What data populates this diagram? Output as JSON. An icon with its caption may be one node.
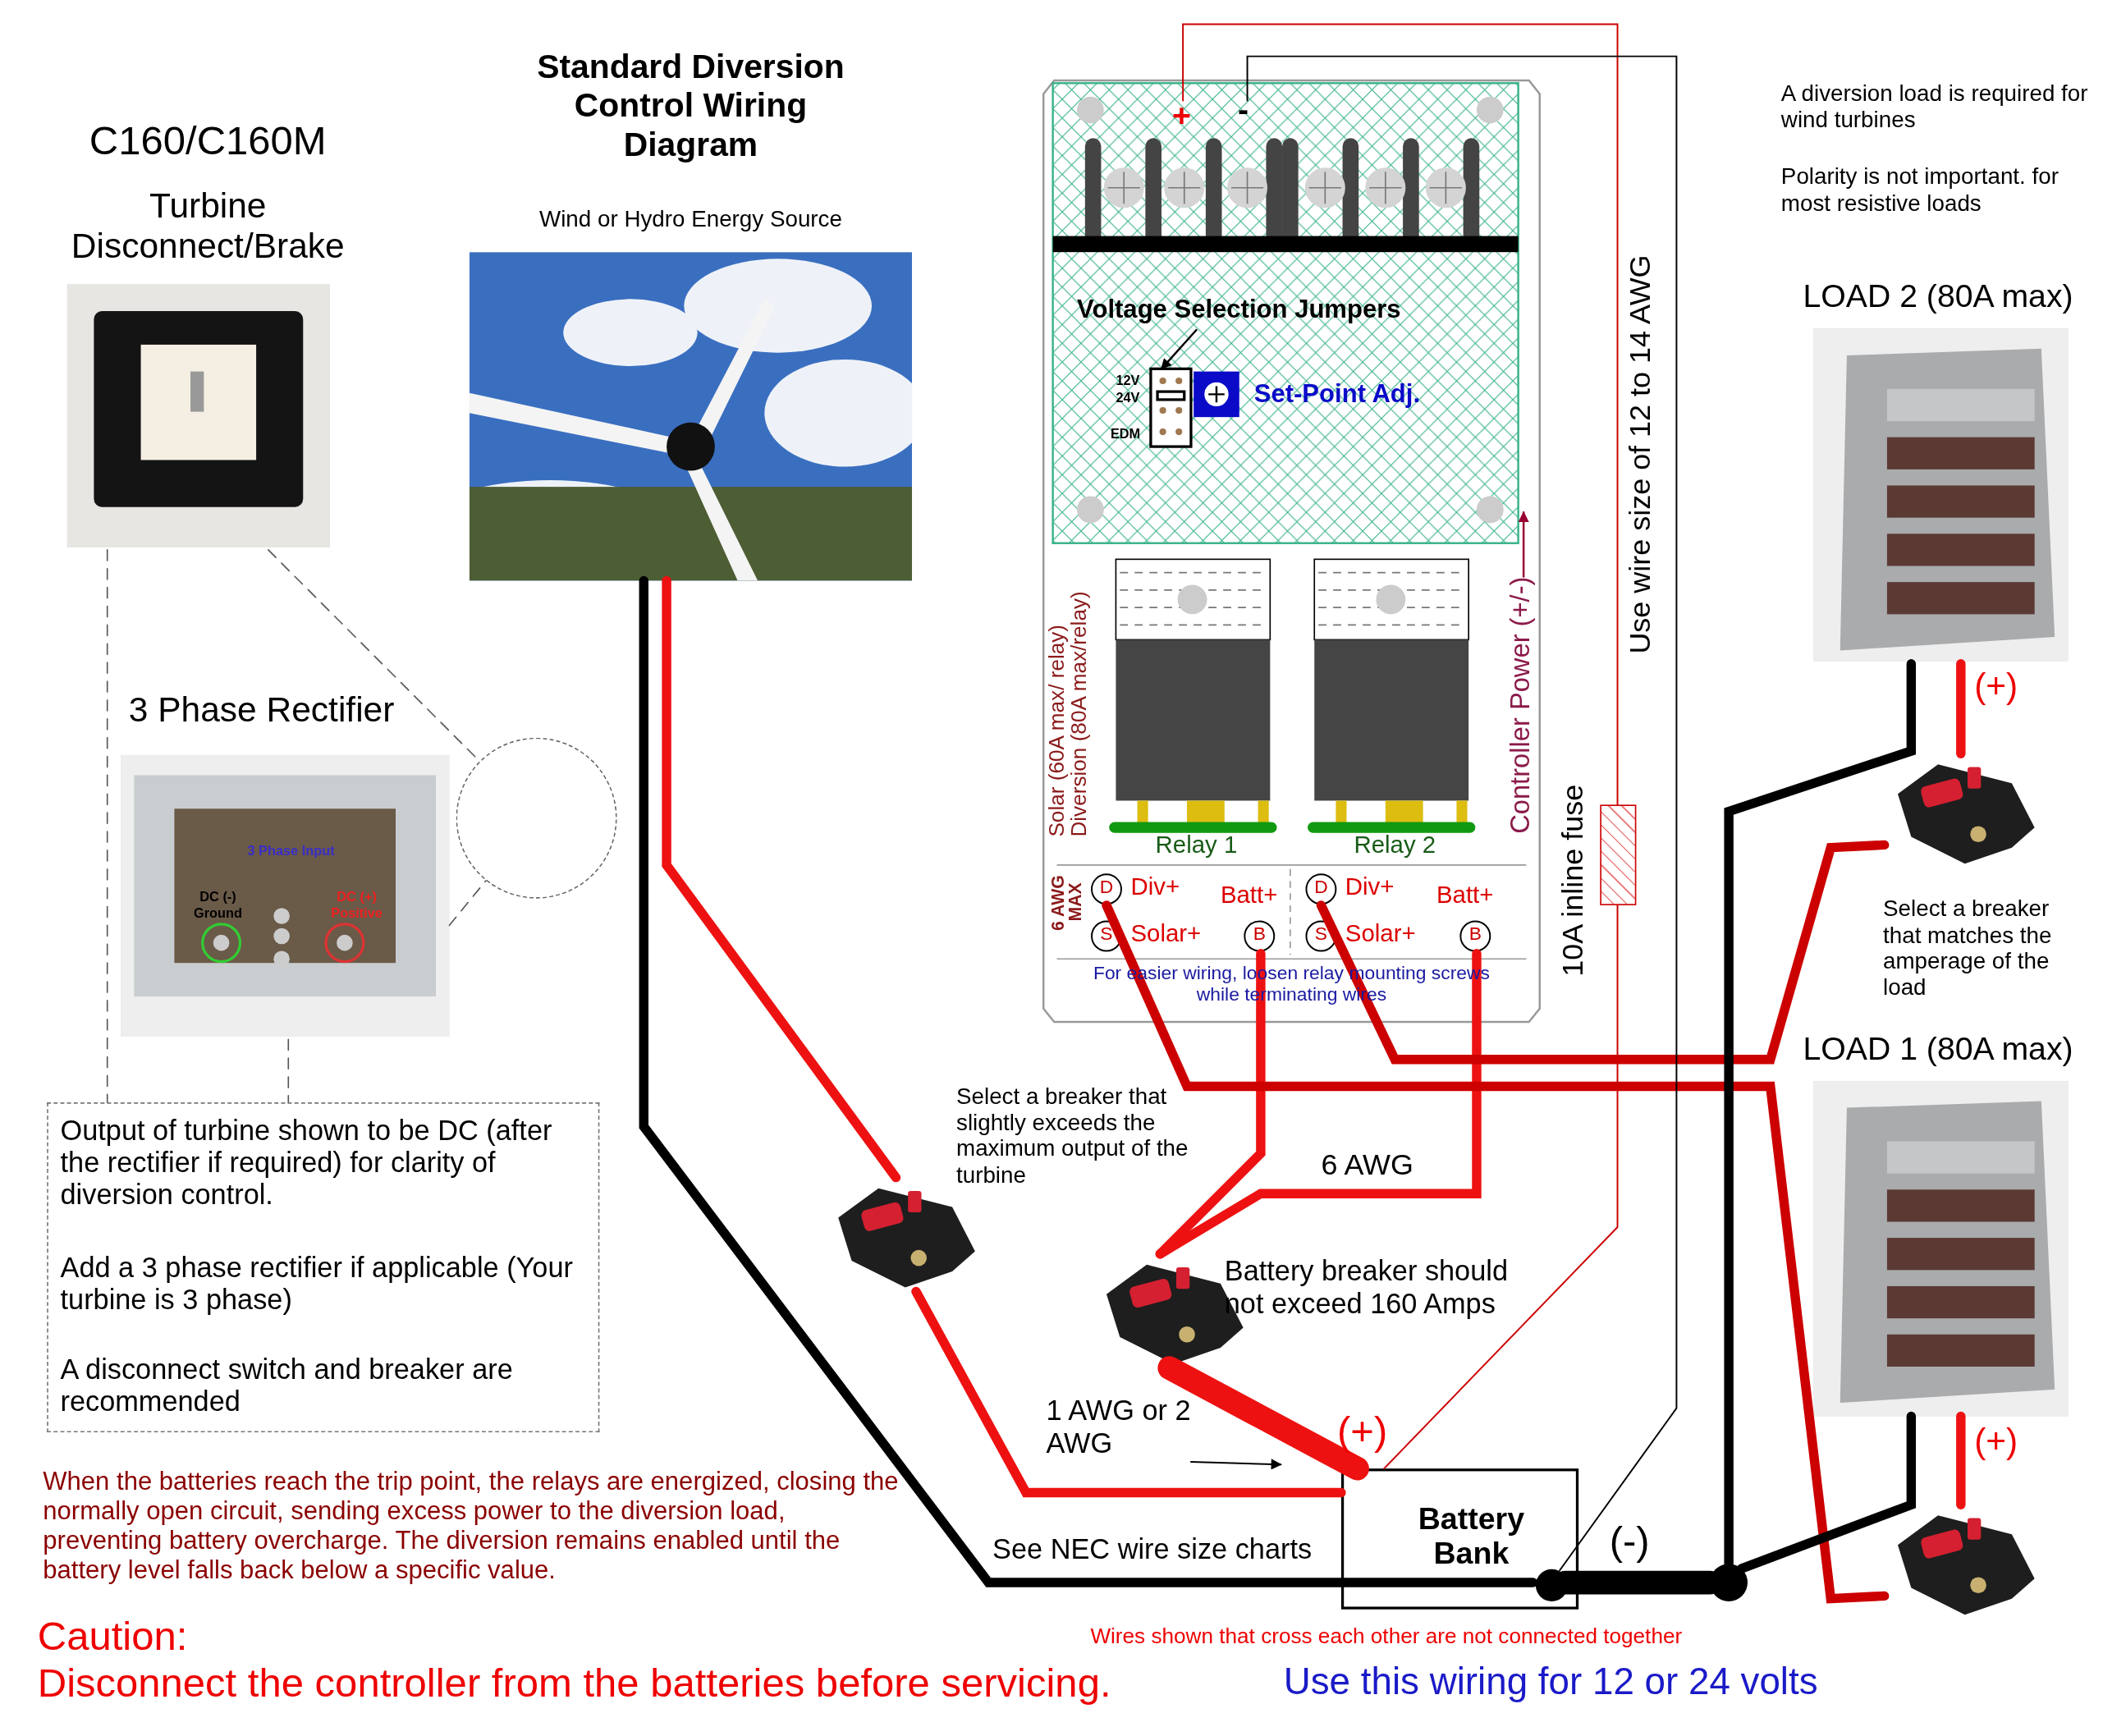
{
  "diagram": {
    "title": "Standard Diversion Control Wiring Diagram",
    "nodes": [
      {
        "text": [
          "C160/C160M",
          "Turbine Disconnect/Brake"
        ]
      },
      {
        "text": [
          "Wind or Hydro Energy Source"
        ]
      },
      {
        "text": [],
        "shape": "circle"
      },
      {
        "text": [
          "3 Phase Rectifier",
          "3 Phase Input",
          "DC (-) Ground",
          "DC (+) Positive"
        ]
      },
      {
        "text": [
          "Output of turbine shown to be DC (after the rectifier if required) for clarity of diversion control.",
          "Add a 3 phase rectifier if applicable (Your turbine is 3 phase)",
          "A disconnect switch and breaker are recommended"
        ]
      },
      {
        "text": [
          "Solar (60A max/ relay) Diversion (80A max/relay)",
          "6 AWG MAX",
          "For easier wiring, loosen relay mounting screws while terminating wires"
        ]
      },
      {
        "text": [
          "+",
          "-"
        ],
        "in": 5
      },
      {
        "text": [
          "Voltage Selection Jumpers"
        ],
        "in": 5
      },
      {
        "text": [
          "12V",
          "24V",
          "EDM"
        ],
        "in": 5
      },
      {
        "text": [
          "Set-Point Adj."
        ],
        "in": 5
      },
      {
        "text": [
          "Controller Power (+/-)"
        ],
        "in": 5
      },
      {
        "text": [
          "Relay 1"
        ],
        "in": 5
      },
      {
        "text": [
          "Relay 2"
        ],
        "in": 5
      },
      {
        "text": [
          "D",
          "Div+"
        ],
        "in": 5
      },
      {
        "text": [
          "Batt+",
          "B"
        ],
        "in": 5
      },
      {
        "text": [
          "S",
          "Solar+"
        ],
        "in": 5
      },
      {
        "text": [
          "D",
          "Div+"
        ],
        "in": 5
      },
      {
        "text": [
          "Batt+",
          "B"
        ],
        "in": 5
      },
      {
        "text": [
          "S",
          "Solar+"
        ],
        "in": 5
      },
      {
        "text": [],
        "shape": "picture",
        "beside": [
          "Select a breaker that slightly exceeds the maximum output of the turbine"
        ]
      },
      {
        "text": [],
        "shape": "picture",
        "beside": [
          "Battery breaker should not exceed 160 Amps"
        ]
      },
      {
        "text": [
          "Battery Bank"
        ],
        "beside": [
          "(+)",
          "(-)"
        ]
      },
      {
        "text": [],
        "shape": "circle",
        "in": 21
      },
      {
        "text": [],
        "shape": "circle"
      },
      {
        "text": [
          "10A inline fuse"
        ]
      },
      {
        "text": [
          "LOAD 2 (80A max)"
        ]
      },
      {
        "text": [],
        "shape": "picture",
        "beside": [
          "Select a breaker that matches the amperage of the load"
        ]
      },
      {
        "text": [
          "LOAD 1 (80A max)"
        ]
      },
      {
        "text": [],
        "shape": "picture"
      },
      {
        "text": [
          "1 AWG or 2 AWG"
        ]
      }
    ],
    "edges": [
      {
        "from": 1,
        "to": 19,
        "arrow": "none"
      },
      {
        "from": 1,
        "to": 22,
        "arrow": "none",
        "color": "#000000"
      },
      {
        "from": 19,
        "to": 21,
        "arrow": "none"
      },
      {
        "from": 20,
        "to": 21,
        "arrow": "none",
        "style": "thick"
      },
      {
        "from": 20,
        "to": 14,
        "arrow": "none"
      },
      {
        "from": 20,
        "to": 17,
        "arrow": "none",
        "label": "6 AWG"
      },
      {
        "from": 13,
        "to": 28,
        "arrow": "none",
        "color": "#cc0000"
      },
      {
        "from": 16,
        "to": 26,
        "arrow": "none",
        "color": "#cc0000"
      },
      {
        "from": 26,
        "to": 25,
        "arrow": "none",
        "label": "(+)"
      },
      {
        "from": 28,
        "to": 27,
        "arrow": "none",
        "label": "(+)"
      },
      {
        "from": 25,
        "to": 23,
        "arrow": "none",
        "color": "#000000"
      },
      {
        "from": 27,
        "to": 23,
        "arrow": "none",
        "color": "#000000"
      },
      {
        "from": 22,
        "to": 23,
        "arrow": "none",
        "style": "thick",
        "color": "#000000"
      },
      {
        "from": 6,
        "to": 24,
        "arrow": "none",
        "color": "#cc0000"
      },
      {
        "from": 24,
        "to": 21,
        "arrow": "none",
        "color": "#cc0000"
      },
      {
        "from": 6,
        "to": 22,
        "arrow": "none",
        "color": "#000000"
      },
      {
        "from": 7,
        "to": 8,
        "arrow": "to",
        "color": "#000000"
      },
      {
        "from": 10,
        "to": null,
        "arrow": "to",
        "color": "#990033"
      },
      {
        "from": 29,
        "to": null,
        "arrow": "to",
        "color": "#000000"
      },
      {
        "from": 0,
        "to": 2,
        "arrow": "none",
        "style": "dashed",
        "color": "#555555"
      },
      {
        "from": 3,
        "to": 2,
        "arrow": "none",
        "style": "dashed",
        "color": "#555555"
      },
      {
        "from": 0,
        "to": 4,
        "arrow": "none",
        "style": "dashed",
        "color": "#555555"
      },
      {
        "from": 3,
        "to": 4,
        "arrow": "none",
        "style": "dashed",
        "color": "#555555"
      }
    ],
    "labels": [
      "A diversion load is required for wind turbines",
      "Polarity is not important. for most resistive loads",
      "Use wire size of 12 to 14 AWG",
      "See NEC wire size charts",
      "When the batteries reach the trip point, the relays are energized, closing the normally open circuit, sending excess power to the diversion load, preventing battery overcharge. The diversion remains enabled until the battery level falls back below a specific value.",
      "Caution:",
      "Disconnect the controller from the batteries before servicing.",
      "Wires shown that cross each other are not connected together",
      "Use this wiring for 12 or 24 volts"
    ]
  }
}
